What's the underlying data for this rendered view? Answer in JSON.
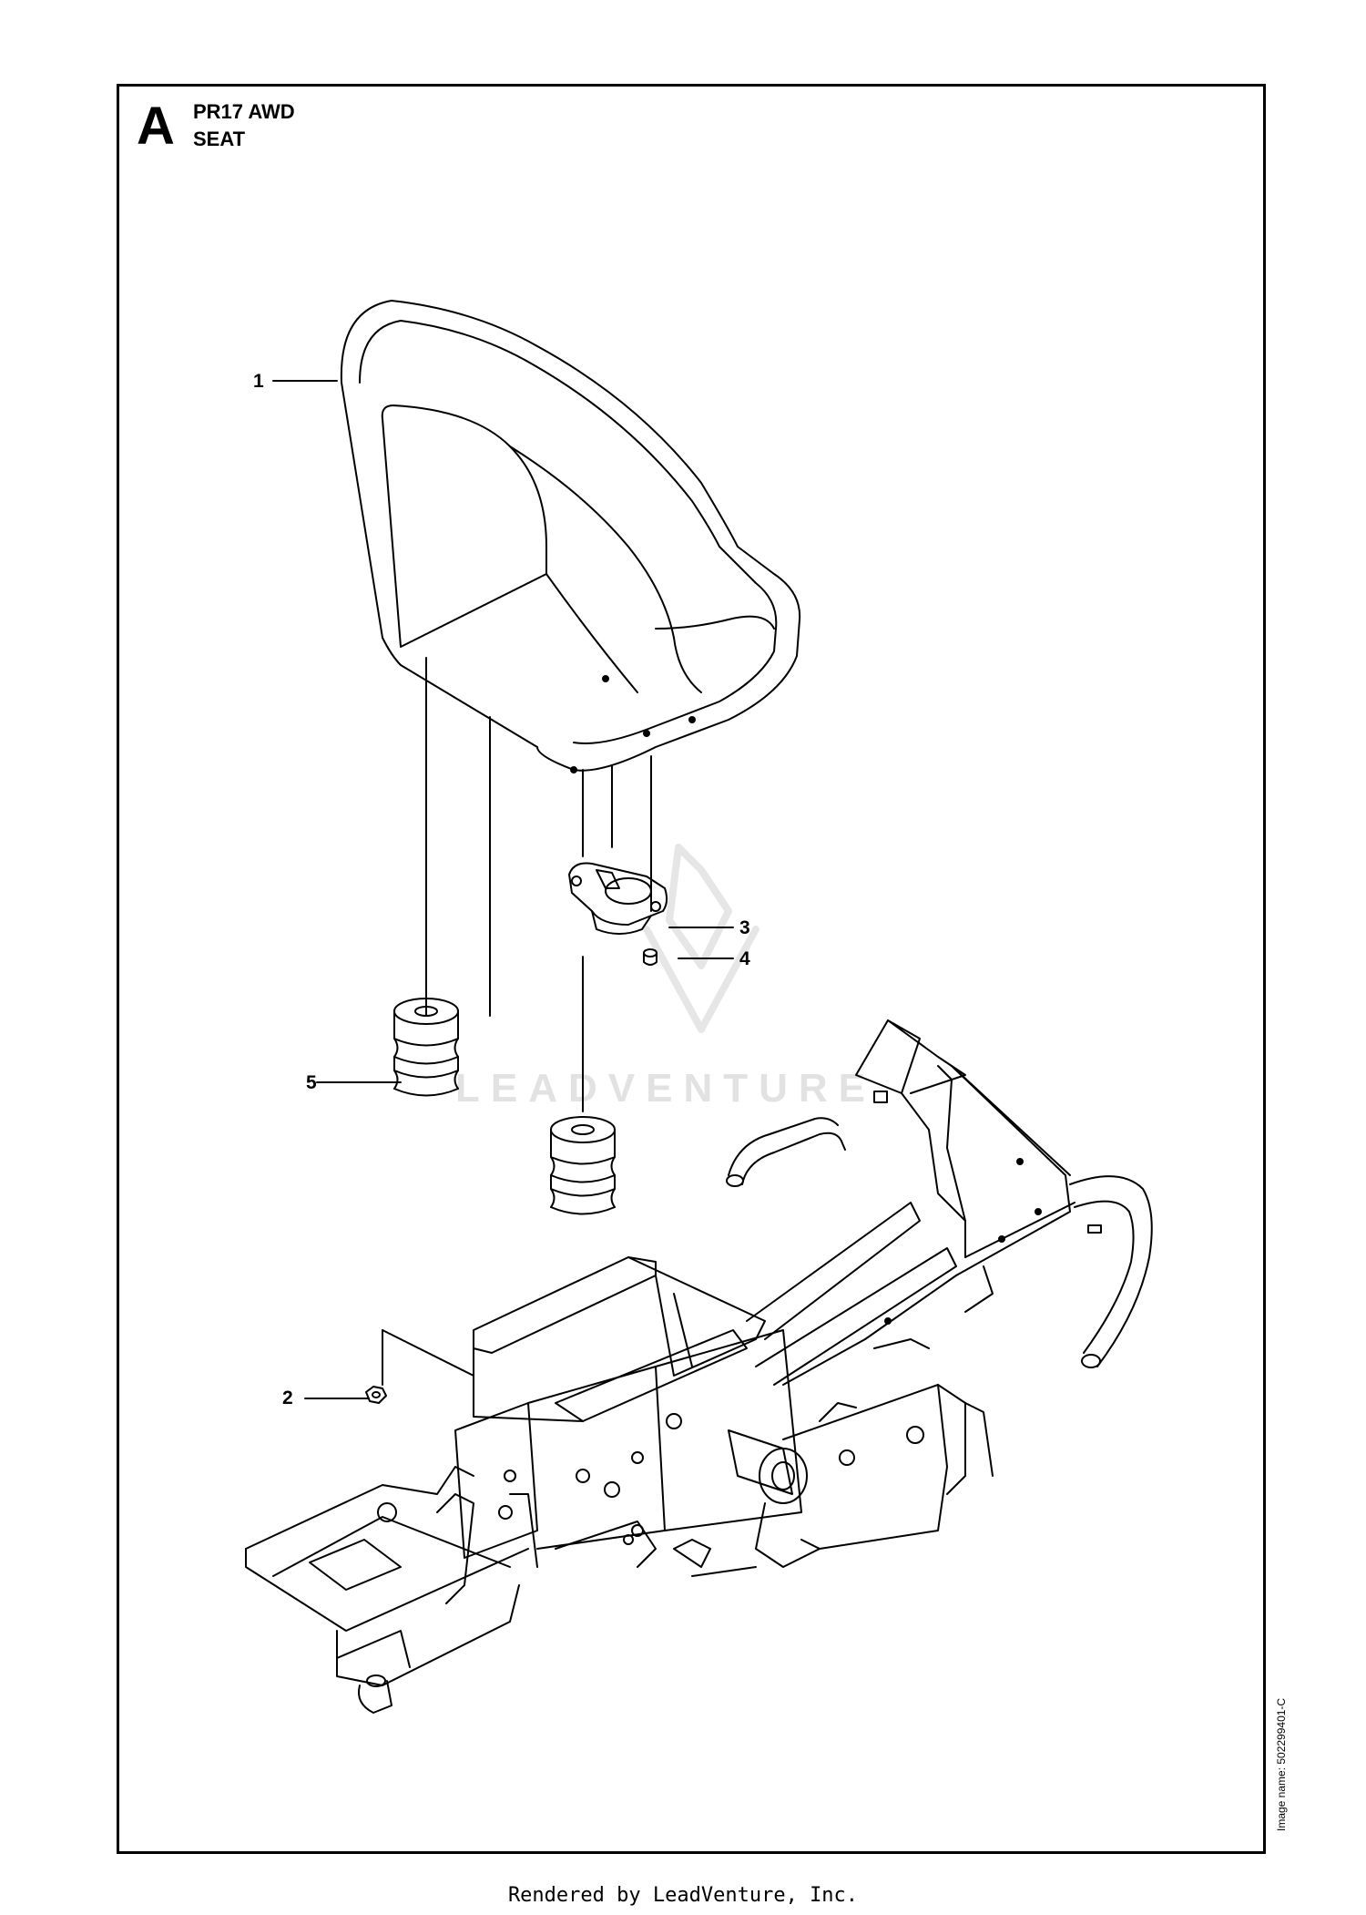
{
  "header": {
    "section_letter": "A",
    "model": "PR17 AWD",
    "title": "SEAT"
  },
  "callouts": [
    {
      "label": "1",
      "part": "seat"
    },
    {
      "label": "2",
      "part": "nut"
    },
    {
      "label": "3",
      "part": "seat-switch-bracket"
    },
    {
      "label": "4",
      "part": "screw"
    },
    {
      "label": "5",
      "part": "rubber-spring"
    }
  ],
  "watermark": "LEADVENTURE",
  "image_name": "Image name: 502299401-C",
  "footer": "Rendered by LeadVenture, Inc.",
  "colors": {
    "line": "#000000",
    "watermark": "#e2e2e2",
    "background": "#ffffff"
  }
}
